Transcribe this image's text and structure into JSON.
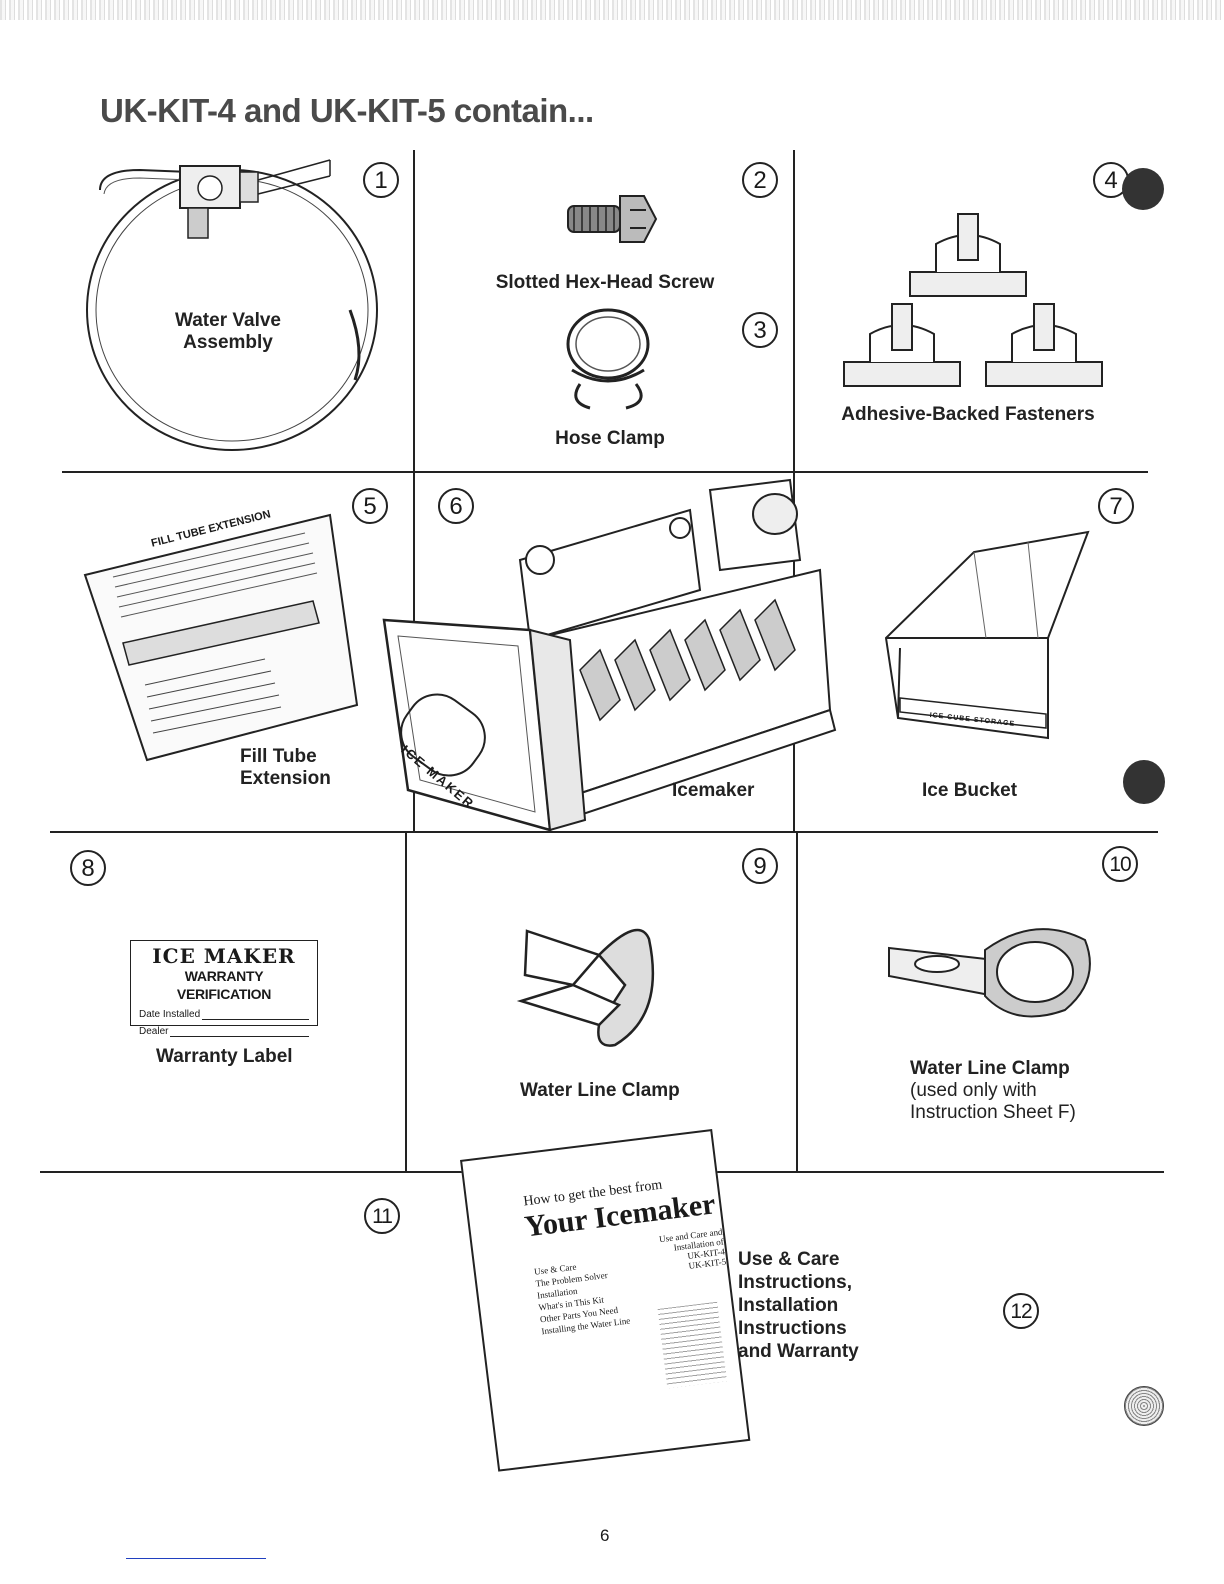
{
  "title": "UK-KIT-4 and UK-KIT-5 contain...",
  "items": [
    {
      "number": "1",
      "label_line1": "Water Valve",
      "label_line2": "Assembly"
    },
    {
      "number": "2",
      "label": "Slotted Hex-Head Screw"
    },
    {
      "number": "3",
      "label": "Hose Clamp"
    },
    {
      "number": "4",
      "label": "Adhesive-Backed Fasteners"
    },
    {
      "number": "5",
      "label_line1": "Fill Tube",
      "label_line2": "Extension"
    },
    {
      "number": "6",
      "label": "Icemaker"
    },
    {
      "number": "7",
      "label": "Ice Bucket"
    },
    {
      "number": "8",
      "label": "Warranty Label"
    },
    {
      "number": "9",
      "label": "Water Line Clamp"
    },
    {
      "number": "10",
      "label": "Water Line Clamp",
      "note_line1": "(used only with",
      "note_line2": "Instruction Sheet F)"
    },
    {
      "number": "11",
      "label_lines": [
        "Use & Care",
        "Instructions,",
        "Installation",
        "Instructions",
        "and Warranty"
      ]
    },
    {
      "number": "12"
    }
  ],
  "fill_tube_card": {
    "heading": "FILL TUBE EXTENSION"
  },
  "icemaker_front": "ICE MAKER",
  "bucket_front": "ICE CUBE STORAGE",
  "warranty_label": {
    "heading": "ICE MAKER",
    "subheading": "WARRANTY VERIFICATION",
    "field1": "Date Installed",
    "field2": "Dealer"
  },
  "booklet": {
    "line1": "How to get the best from",
    "line2": "Your Icemaker",
    "side1": "Use and Care and",
    "side2": "Installation of",
    "side3": "UK-KIT-4",
    "side4": "UK-KIT-5",
    "toc": [
      "Use & Care",
      "The Problem Solver",
      "Installation",
      "What's in This Kit",
      "Other Parts You Need",
      "Installing the Water Line"
    ]
  },
  "page_number": "6"
}
